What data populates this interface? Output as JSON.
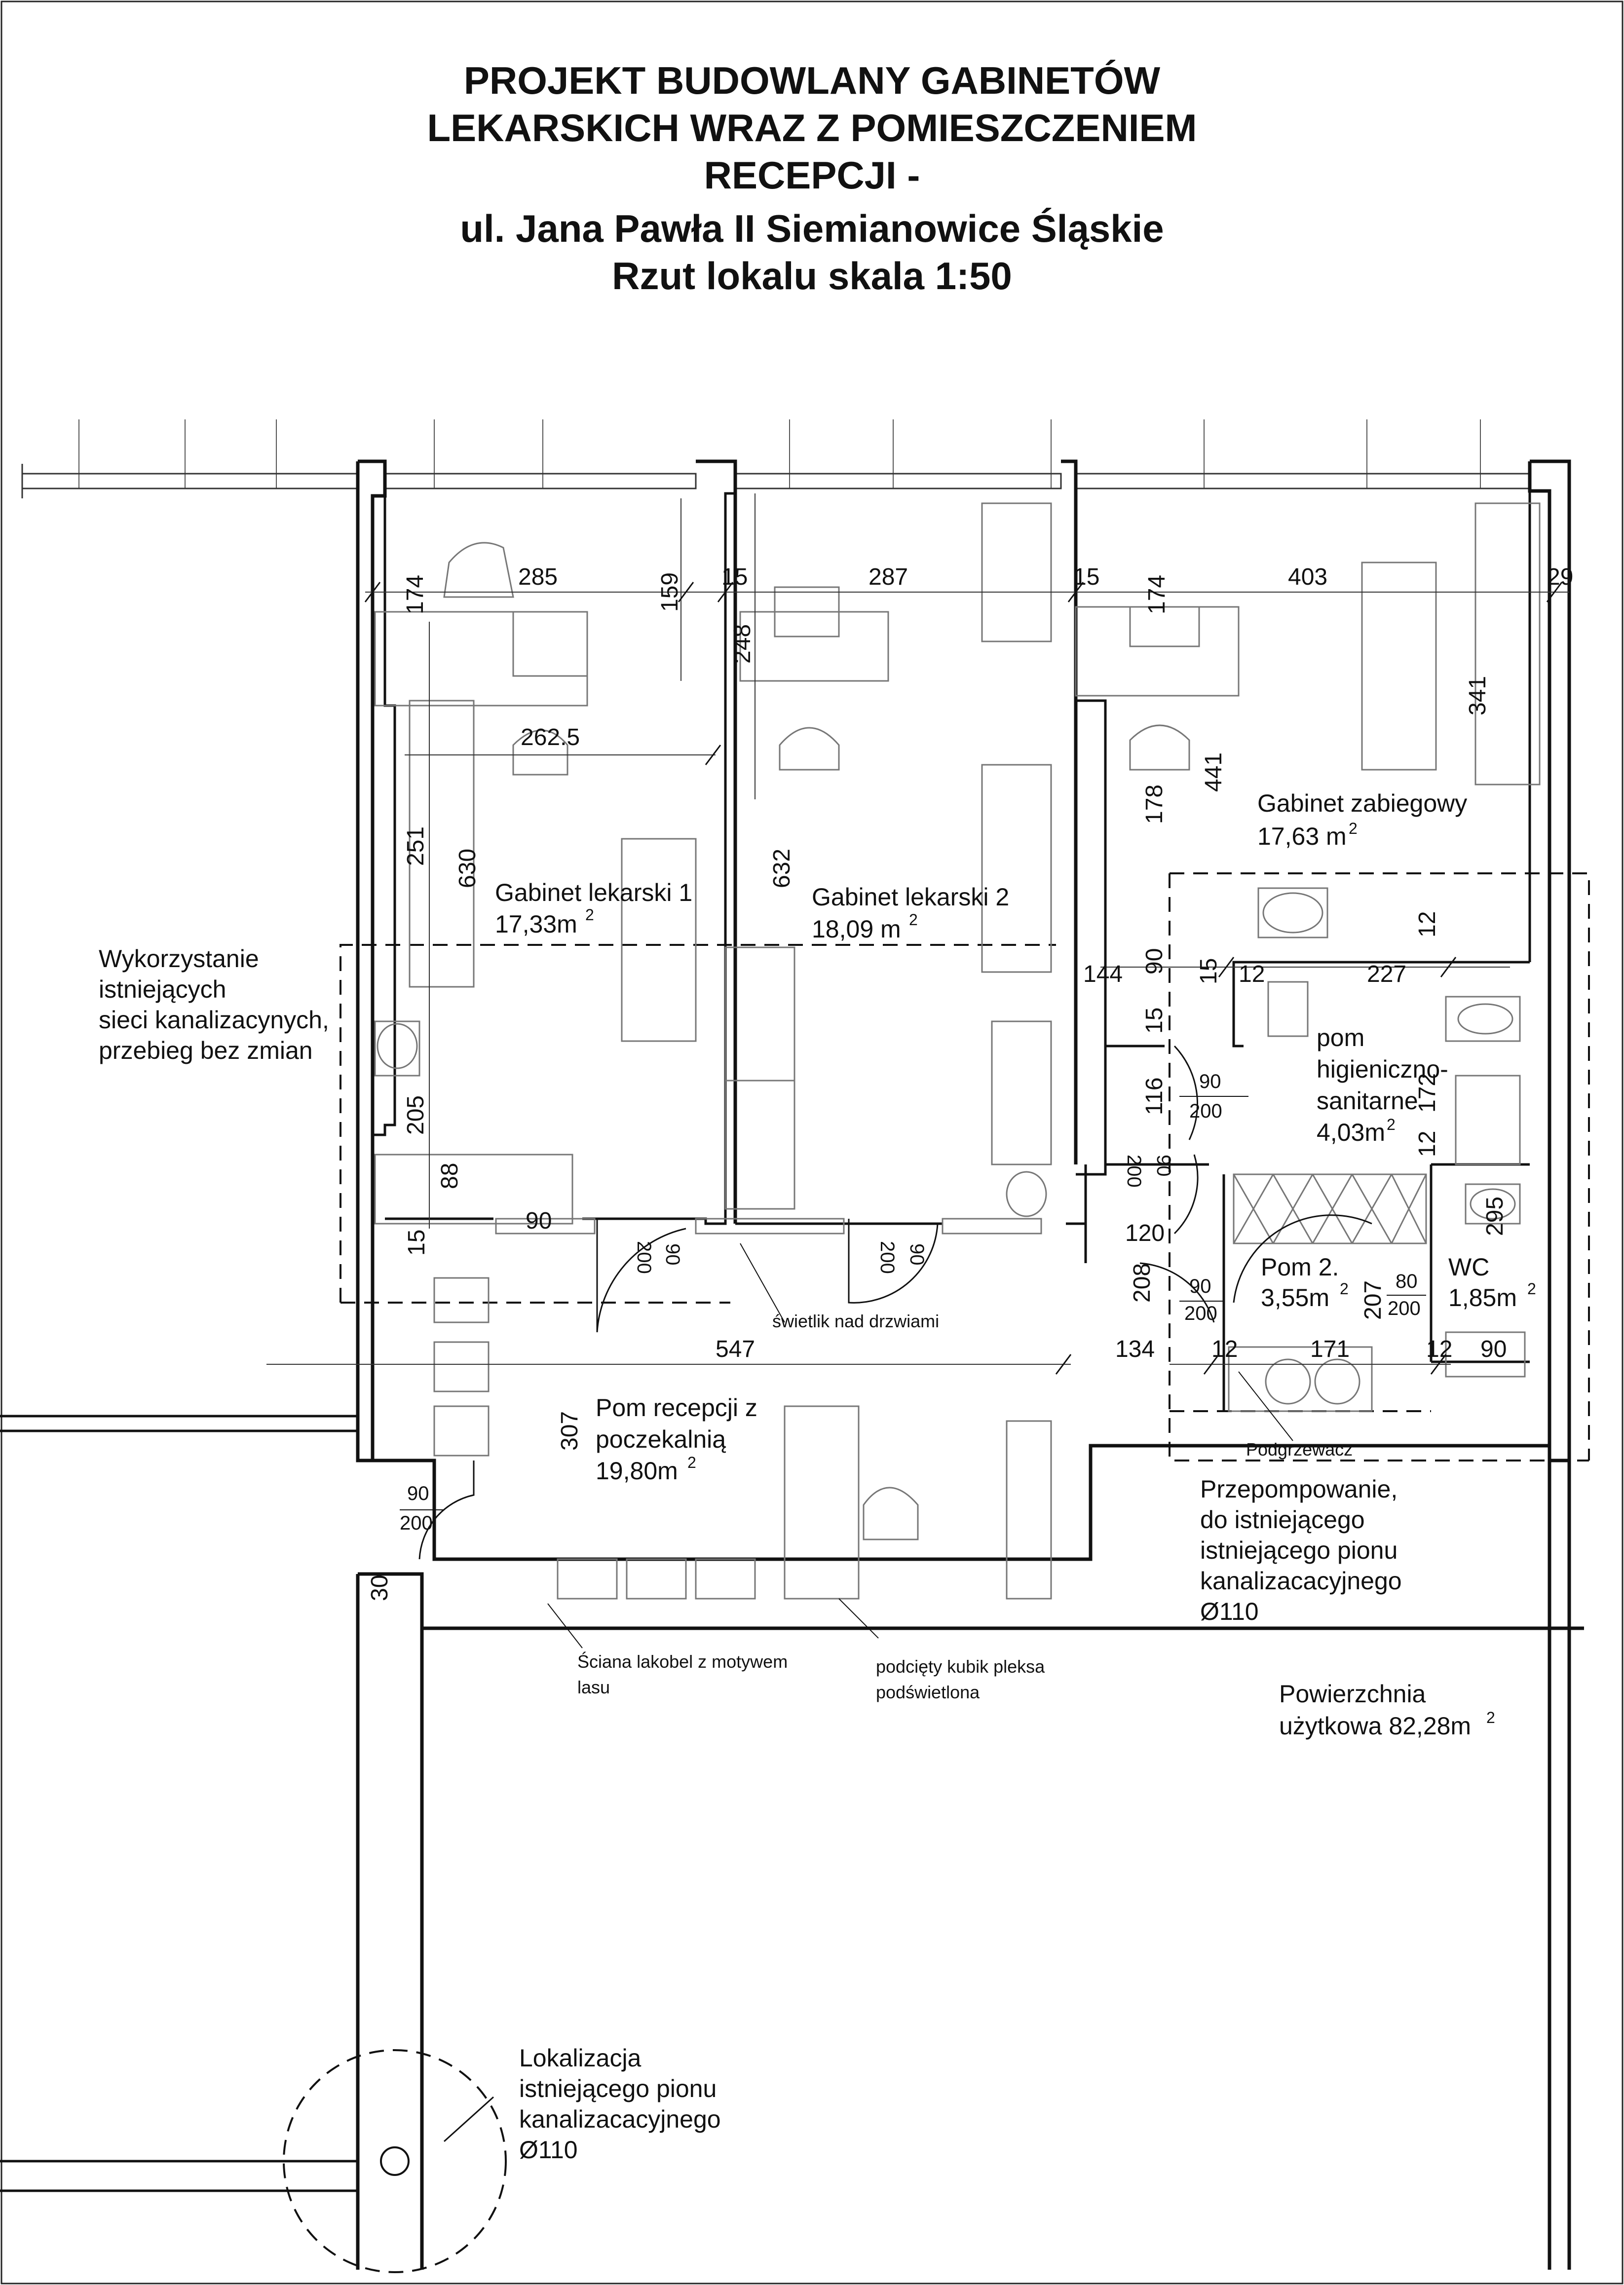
{
  "title": {
    "line1": "PROJEKT BUDOWLANY GABINETÓW",
    "line2": "LEKARSKICH WRAZ Z POMIESZCZENIEM",
    "line3": "RECEPCJI -",
    "line4": "ul. Jana Pawła II Siemianowice Śląskie",
    "line5": "Rzut lokalu  skala 1:50"
  },
  "rooms": {
    "gabinet1": {
      "name": "Gabinet lekarski 1",
      "area": "17,33m",
      "sup": "2"
    },
    "gabinet2": {
      "name": "Gabinet lekarski 2",
      "area": "18,09 m",
      "sup": "2"
    },
    "zabiegowy": {
      "name": "Gabinet zabiegowy",
      "area": "17,63 m",
      "sup": "2"
    },
    "higieniczny": {
      "line1": "pom",
      "line2": "higieniczno-",
      "line3": "sanitarne",
      "area": "4,03m",
      "sup": "2"
    },
    "pom2": {
      "name": "Pom 2.",
      "area": "3,55m",
      "sup": "2"
    },
    "wc": {
      "name": "WC",
      "area": "1,85m",
      "sup": "2"
    },
    "recepcja": {
      "line1": "Pom recepcji z",
      "line2": "poczekalnią",
      "area": "19,80m",
      "sup": "2"
    }
  },
  "notes": {
    "kanal1": "Wykorzystanie",
    "kanal2": "istniejących",
    "kanal3": "sieci kanalizacynych,",
    "kanal4": "przebieg bez zmian",
    "swietlik": "świetlik nad drzwiami",
    "sciana1": "Ściana  lakobel z motywem",
    "sciana2": "lasu",
    "kubik1": "podcięty kubik pleksa",
    "kubik2": "podświetlona",
    "podgrzewacz": "Podgrzewacz",
    "przep1": "Przepompowanie,",
    "przep2": "do istniejącego",
    "przep3": "istniejącego pionu",
    "przep4": "kanalizacacyjnego",
    "przep5": "Ø110",
    "pow1": "Powierzchnia",
    "pow2": "użytkowa 82,28m",
    "pow_sup": "2",
    "lok1": "Lokalizacja",
    "lok2": "istniejącego pionu",
    "lok3": "kanalizacacyjnego",
    "lok4": "Ø110"
  },
  "dims": {
    "d285": "285",
    "d174a": "174",
    "d159": "159",
    "d15a": "15",
    "d287": "287",
    "d15b": "15",
    "d174b": "174",
    "d403": "403",
    "d29": "29",
    "d248": "248",
    "d262": "262.5",
    "d341": "341",
    "d441": "441",
    "d178": "178",
    "d251": "251",
    "d630": "630",
    "d632": "632",
    "d205": "205",
    "d88": "88",
    "d90a": "90",
    "d15c": "15",
    "d144": "144",
    "d90b": "90",
    "d15d": "15",
    "d12a": "12",
    "d12b": "12",
    "d227": "227",
    "d15e": "15",
    "d116": "116",
    "d172": "172",
    "d12c": "12",
    "d120": "120",
    "d208": "208",
    "d547": "547",
    "d134": "134",
    "d12d": "12",
    "d171": "171",
    "d12e": "12",
    "d90c": "90",
    "d307": "307",
    "d30": "30",
    "d295": "295",
    "d207": "207"
  },
  "doors": {
    "dr1_w": "90",
    "dr1_h": "200",
    "dr2_w": "90",
    "dr2_h": "200",
    "dr3_w": "90",
    "dr3_h": "200",
    "dr4_w": "80",
    "dr4_h": "200",
    "dr5_w": "90",
    "dr5_h": "200",
    "dr6_w": "90",
    "dr6_h": "200",
    "dr7_w": "90",
    "dr7_h": "200",
    "dr8_w": "200",
    "dr8_h": "90"
  }
}
